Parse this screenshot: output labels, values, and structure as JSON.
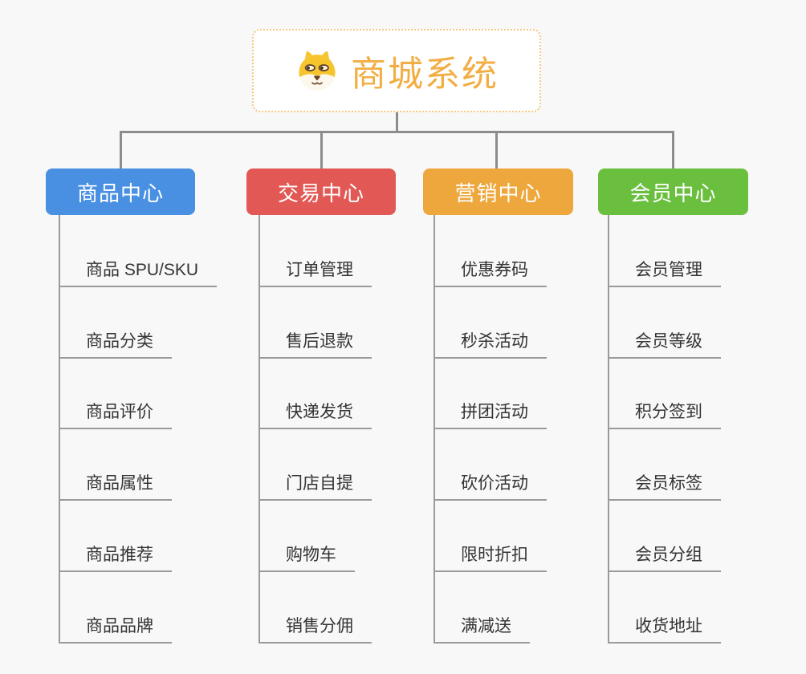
{
  "root": {
    "label": "商城系统",
    "icon": "shiba-dog-face-icon"
  },
  "branches": [
    {
      "label": "商品中心",
      "color": "#4a90e2",
      "items": [
        "商品 SPU/SKU",
        "商品分类",
        "商品评价",
        "商品属性",
        "商品推荐",
        "商品品牌"
      ]
    },
    {
      "label": "交易中心",
      "color": "#e25854",
      "items": [
        "订单管理",
        "售后退款",
        "快递发货",
        "门店自提",
        "购物车",
        "销售分佣"
      ]
    },
    {
      "label": "营销中心",
      "color": "#eea73c",
      "items": [
        "优惠券码",
        "秒杀活动",
        "拼团活动",
        "砍价活动",
        "限时折扣",
        "满减送"
      ]
    },
    {
      "label": "会员中心",
      "color": "#6bbf3f",
      "items": [
        "会员管理",
        "会员等级",
        "积分签到",
        "会员标签",
        "会员分组",
        "收货地址"
      ]
    }
  ],
  "palette": {
    "background": "#f8f8f8",
    "connector": "#8c8c8c",
    "root_text": "#f2ae43",
    "root_border": "#f6c77c",
    "item_text": "#333333"
  }
}
